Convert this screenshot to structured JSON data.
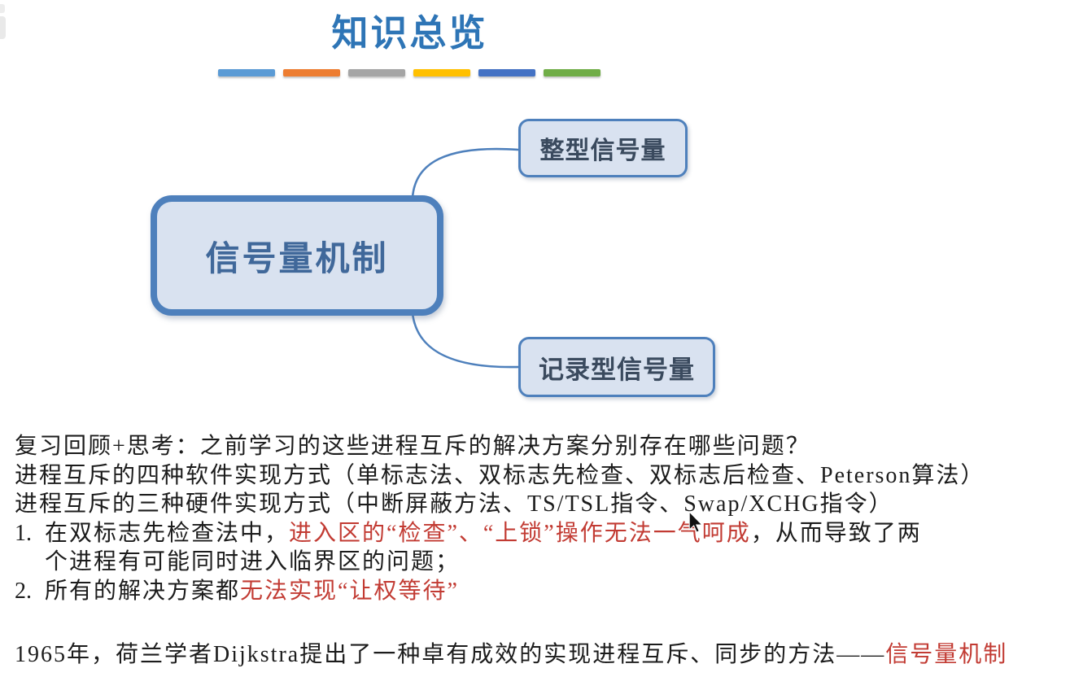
{
  "title": "知识总览",
  "divider_colors": [
    "#5B9BD5",
    "#ED7D31",
    "#A5A5A5",
    "#FFC000",
    "#4472C4",
    "#70AD47"
  ],
  "mindmap": {
    "root": "信号量机制",
    "children": [
      "整型信号量",
      "记录型信号量"
    ]
  },
  "body": {
    "line1": "复习回顾+思考：之前学习的这些进程互斥的解决方案分别存在哪些问题？",
    "line2": "进程互斥的四种软件实现方式（单标志法、双标志先检查、双标志后检查、Peterson算法）",
    "line3": "进程互斥的三种硬件实现方式（中断屏蔽方法、TS/TSL指令、Swap/XCHG指令）",
    "item1": {
      "num": "1.",
      "black1": "在双标志先检查法中，",
      "red": "进入区的“检查”、“上锁”操作无法一气呵成",
      "black2": "，从而导致了两",
      "cont": "个进程有可能同时进入临界区的问题；"
    },
    "item2": {
      "num": "2.",
      "black": "所有的解决方案都",
      "red": "无法实现“让权等待”"
    },
    "conclusion": {
      "black": "1965年，荷兰学者Dijkstra提出了一种卓有成效的实现进程互斥、同步的方法——",
      "red": "信号量机制"
    }
  },
  "colors": {
    "title_blue": "#2E75B6",
    "box_border": "#4E80BC",
    "box_fill": "#D9E2F0",
    "root_text": "#40689A",
    "child_text": "#3A4A5E",
    "connector": "#4E80BC",
    "body_text": "#1C1C1C",
    "highlight_red": "#C23B33"
  }
}
